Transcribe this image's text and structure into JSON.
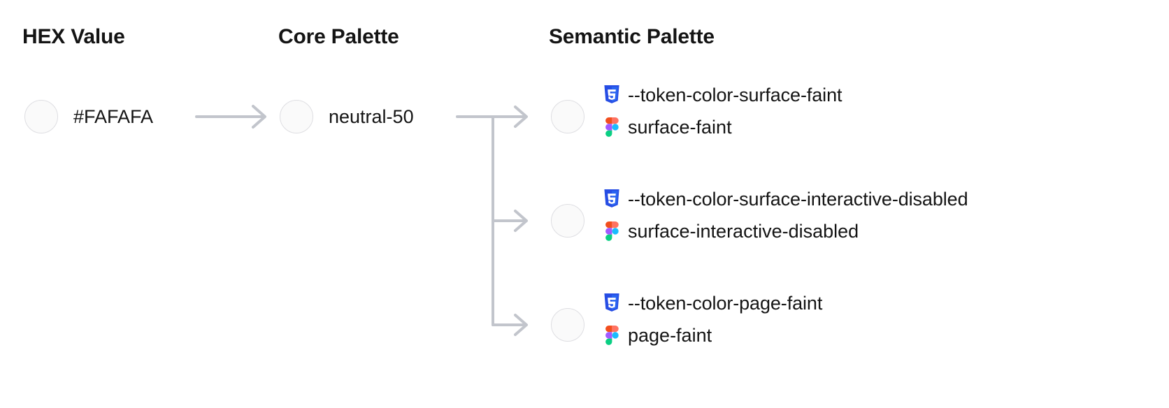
{
  "columns": {
    "hex": "HEX Value",
    "core": "Core Palette",
    "semantic": "Semantic Palette"
  },
  "colors": {
    "swatch_fill": "#FAFAFA",
    "swatch_border": "#DEDEE2",
    "arrow": "#C2C5CC",
    "text": "#141414",
    "css_icon_blue": "#264DE4",
    "figma_red": "#F24E1E",
    "figma_orange": "#FF7262",
    "figma_purple": "#A259FF",
    "figma_blue": "#1ABCFE",
    "figma_green": "#0ACF83"
  },
  "hex": {
    "value": "#FAFAFA",
    "swatch_color": "#FAFAFA"
  },
  "core": {
    "value": "neutral-50",
    "swatch_color": "#FAFAFA"
  },
  "semantic": {
    "rows": [
      {
        "swatch_color": "#FAFAFA",
        "css_icon": "css3-icon",
        "css_token": "--token-color-surface-faint",
        "figma_icon": "figma-icon",
        "figma_token": "surface-faint"
      },
      {
        "swatch_color": "#FAFAFA",
        "css_icon": "css3-icon",
        "css_token": "--token-color-surface-interactive-disabled",
        "figma_icon": "figma-icon",
        "figma_token": "surface-interactive-disabled"
      },
      {
        "swatch_color": "#FAFAFA",
        "css_icon": "css3-icon",
        "css_token": "--token-color-page-faint",
        "figma_icon": "figma-icon",
        "figma_token": "page-faint"
      }
    ]
  }
}
